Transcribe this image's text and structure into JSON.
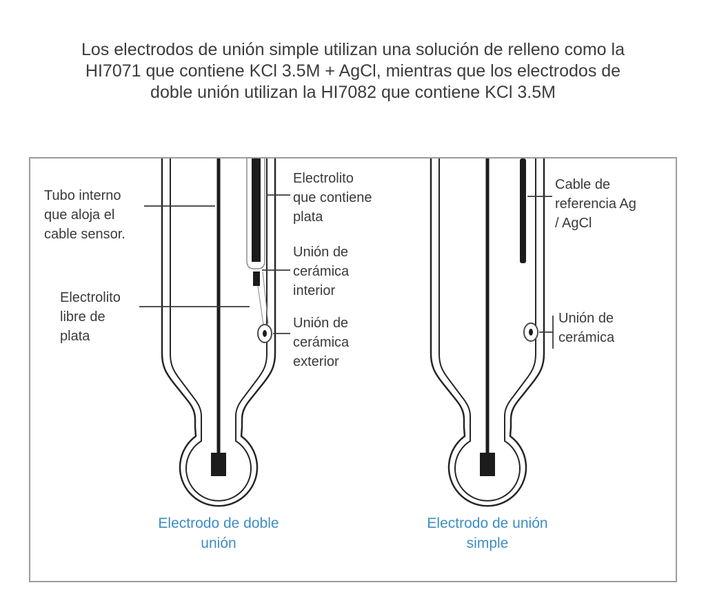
{
  "title": "Los electrodos de unión simple utilizan una solución de relleno como la\nHI7071 que contiene KCl 3.5M + AgCl, mientras que los electrodos de\ndoble unión utilizan la HI7082 que contiene KCl 3.5M",
  "colors": {
    "accent_blue": "#3d8dc3",
    "text_dark": "#3c3c3c",
    "outline_dark": "#262626",
    "box_border": "#9b9b9b"
  },
  "diagram": {
    "left": {
      "caption": "Electrodo de doble\nunión",
      "labels": {
        "inner_tube": "Tubo interno\nque aloja el\ncable sensor.",
        "silver_free_electrolyte": "Electrolito\nlibre de\nplata",
        "silver_electrolyte": "Electrolito\nque contiene\nplata",
        "inner_ceramic_junction": "Unión de\ncerámica\ninterior",
        "outer_ceramic_junction": "Unión de\ncerámica\nexterior"
      }
    },
    "right": {
      "caption": "Electrodo de unión\nsimple",
      "labels": {
        "reference_cable": "Cable de\nreferencia Ag\n/ AgCl",
        "ceramic_junction": "Unión de\ncerámica"
      }
    }
  }
}
